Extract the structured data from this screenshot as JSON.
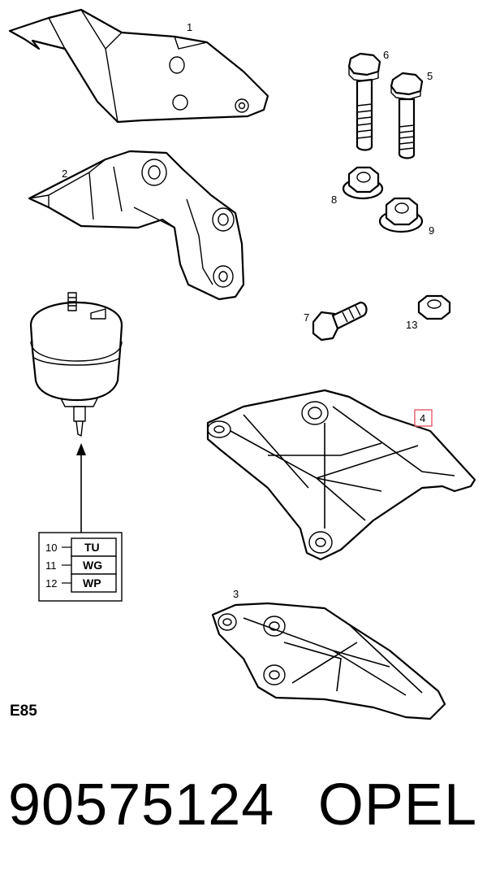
{
  "callouts": {
    "c1": "1",
    "c2": "2",
    "c3": "3",
    "c4": "4",
    "c5": "5",
    "c6": "6",
    "c7": "7",
    "c8": "8",
    "c9": "9",
    "c13": "13"
  },
  "legend": {
    "rows": [
      {
        "num": "10",
        "code": "TU"
      },
      {
        "num": "11",
        "code": "WG"
      },
      {
        "num": "12",
        "code": "WP"
      }
    ]
  },
  "sheet_code": "E85",
  "footer": {
    "part_number": "90575124",
    "brand": "OPEL"
  },
  "colors": {
    "highlight_box": "#e05a6a",
    "line": "#000000"
  }
}
